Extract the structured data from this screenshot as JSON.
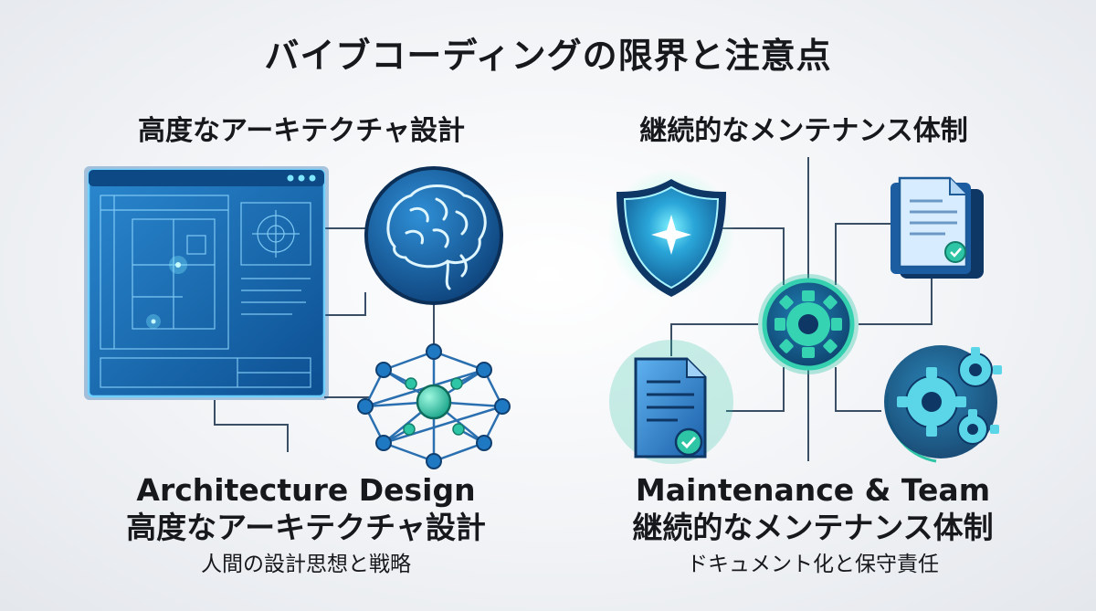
{
  "title": "バイブコーディングの限界と注意点",
  "left": {
    "heading": "高度なアーキテクチャ設計",
    "caption_en": "Architecture Design",
    "caption_jp": "高度なアーキテクチャ設計",
    "caption_sub": "人間の設計思想と戦略",
    "icons": [
      "blueprint-window-icon",
      "brain-icon",
      "network-graph-icon"
    ]
  },
  "right": {
    "heading": "継続的なメンテナンス体制",
    "caption_en": "Maintenance & Team",
    "caption_jp": "継続的なメンテナンス体制",
    "caption_sub": "ドキュメント化と保守責任",
    "icons": [
      "shield-icon",
      "documents-stack-icon",
      "central-gear-icon",
      "document-check-icon",
      "gears-cluster-icon"
    ]
  },
  "colors": {
    "primary_blue": "#1e6fb8",
    "dark_navy": "#0e3766",
    "teal": "#2ec4a6",
    "glow_cyan": "#5fe3ff",
    "connector": "#3a4f66"
  }
}
